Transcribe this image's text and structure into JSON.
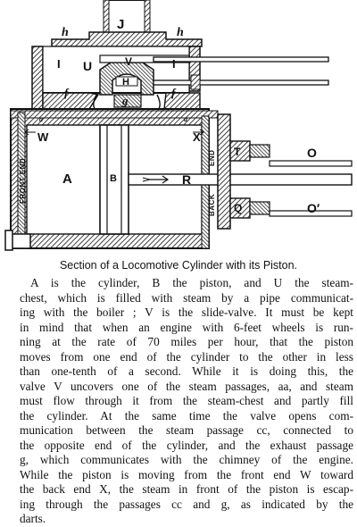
{
  "figure": {
    "labels": {
      "J": "J",
      "h_left": "h",
      "h_right": "h",
      "I_left": "I",
      "I_right": "I",
      "U": "U",
      "V": "V",
      "H": "H",
      "f_left": "f",
      "f_right": "f",
      "g": "g",
      "a_left": "a",
      "a_right": "a",
      "W": "W",
      "X": "X",
      "A": "A",
      "B": "B",
      "R": "R",
      "T": "T",
      "O": "O",
      "Q": "Q",
      "O_prime": "O′",
      "front_end": "FRONT END",
      "end": "END",
      "back": "BACK"
    }
  },
  "caption": "Section of a Locomotive Cylinder with its Piston.",
  "text_lines": [
    "A is the cylinder, B the piston, and U the steam-",
    "chest, which is filled with steam by a pipe communicat-",
    "ing with the boiler ; V is the slide-valve. It must be kept",
    "in mind that when an engine with 6-feet wheels is run-",
    "ning at the rate of 70 miles per hour, that the piston",
    "moves from one end of the cylinder to the other in less",
    "than one-tenth of a second.  While it is doing this, the",
    "valve V uncovers one of the steam passages, aa, and steam",
    "must flow through it from the steam-chest and partly fill",
    "the cylinder.  At the same time the valve opens com-",
    "munication between the steam passage cc, connected to",
    "the opposite end of the cylinder, and the exhaust passage",
    "g, which communicates with the chimney of the engine.",
    "While the piston is moving from the front end W toward",
    "the back end X, the steam in front of the piston is escap-",
    "ing through the passages cc and g, as indicated by the",
    "darts."
  ]
}
